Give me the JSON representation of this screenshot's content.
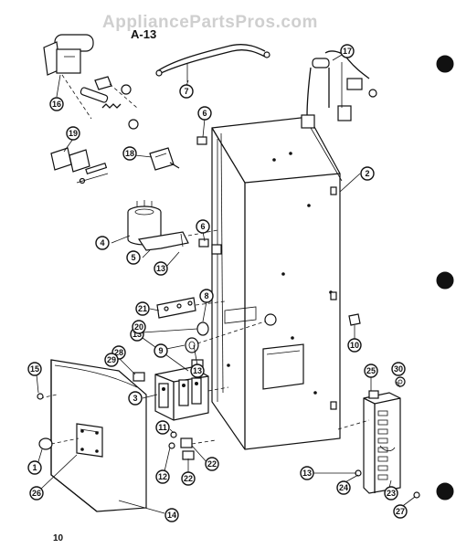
{
  "header": {
    "section_label": "A-13"
  },
  "watermark": {
    "text": "AppliancePartsPros.com"
  },
  "footer": {
    "page_number": "10"
  },
  "callouts": [
    "1",
    "2",
    "3",
    "4",
    "5",
    "6",
    "6",
    "7",
    "8",
    "9",
    "10",
    "11",
    "12",
    "13",
    "13",
    "13",
    "13",
    "14",
    "15",
    "16",
    "17",
    "18",
    "19",
    "20",
    "21",
    "22",
    "22",
    "23",
    "24",
    "25",
    "26",
    "27",
    "28",
    "29",
    "30"
  ],
  "colors": {
    "ink": "#111111",
    "paper": "#ffffff",
    "watermark": "#cfcfcf"
  }
}
